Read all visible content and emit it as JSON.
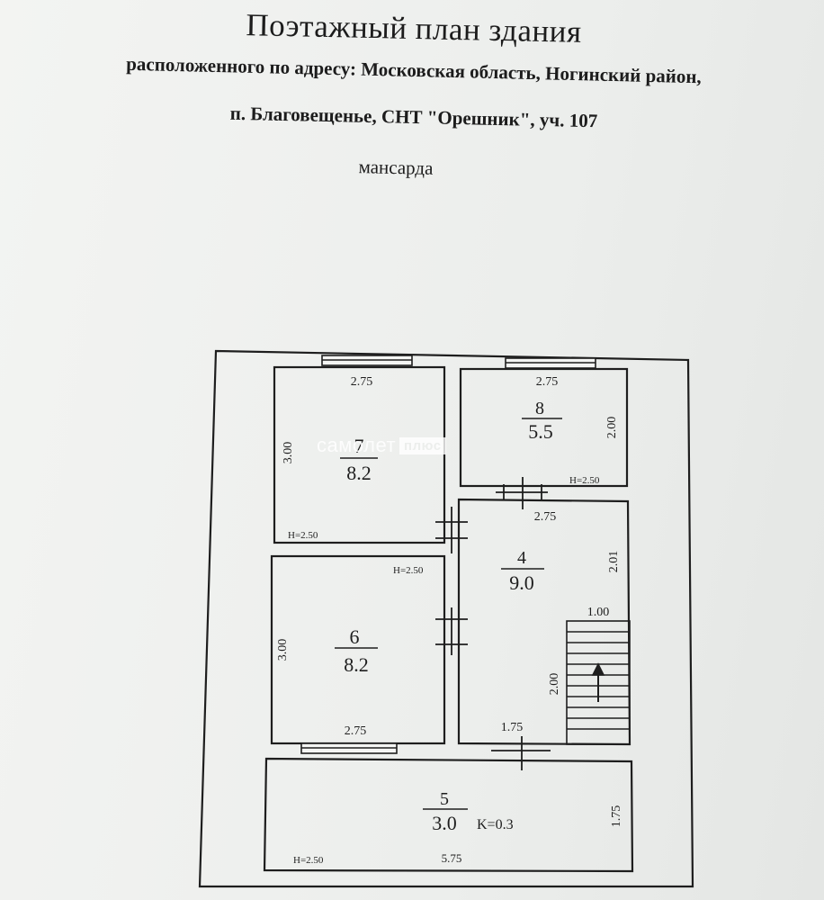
{
  "header": {
    "title": "Поэтажный план здания",
    "address_line1": "расположенного по адресу: Московская область, Ногинский район,",
    "address_line2": "п. Благовещенье, СНТ \"Орешник\", уч. 107",
    "floor_name": "мансарда"
  },
  "rooms": [
    {
      "id": "7",
      "number": "7",
      "area": "8.2",
      "dims": [
        "2.75",
        "3.00"
      ],
      "height": "H=2.50"
    },
    {
      "id": "8",
      "number": "8",
      "area": "5.5",
      "dims": [
        "2.75",
        "2.00"
      ],
      "height": "H=2.50"
    },
    {
      "id": "4",
      "number": "4",
      "area": "9.0",
      "dims": [
        "2.75",
        "2.01",
        "1.00",
        "2.00",
        "1.75"
      ]
    },
    {
      "id": "6",
      "number": "6",
      "area": "8.2",
      "dims": [
        "3.00",
        "2.75"
      ],
      "height": "H=2.50"
    },
    {
      "id": "5",
      "number": "5",
      "area": "3.0",
      "coef": "K=0.3",
      "dims": [
        "5.75",
        "1.75"
      ],
      "height": "H=2.50"
    }
  ],
  "watermark": {
    "brand": "самолет",
    "tag": "плюс"
  }
}
